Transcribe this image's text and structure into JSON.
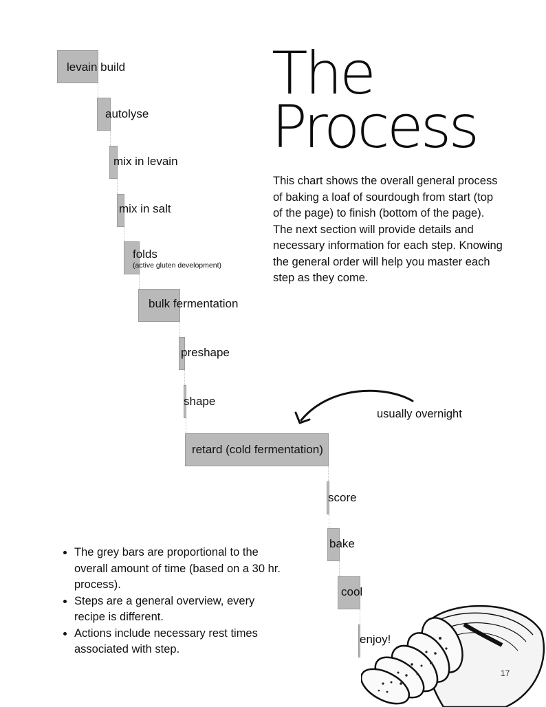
{
  "title": {
    "line1": "The",
    "line2": "Process"
  },
  "description": "This chart shows the overall general process of baking a loaf of sourdough from start (top of the page) to finish (bottom of the page).  The next section will provide details and necessary information for each step. Knowing the general order will help you master each step as they come.",
  "overnight_note": "usually overnight",
  "notes": [
    "The grey bars are proportional to the overall amount of time (based on a 30 hr. process).",
    "Steps are a general overview, every recipe is different.",
    "Actions include necessary rest times associated with step."
  ],
  "page_number": "17",
  "colors": {
    "bar_fill": "#b9b9b9",
    "bar_border": "#9c9c9c",
    "text": "#111111",
    "background": "#ffffff"
  },
  "icons": {
    "overnight_arrow": "curved-arrow-icon",
    "bread": "sliced-sourdough-loaf-illustration"
  },
  "steps": [
    {
      "id": "levain-build",
      "label": "levain build"
    },
    {
      "id": "autolyse",
      "label": "autolyse"
    },
    {
      "id": "mix-in-levain",
      "label": "mix in levain"
    },
    {
      "id": "mix-in-salt",
      "label": "mix in salt"
    },
    {
      "id": "folds",
      "label": "folds",
      "sublabel": "(active gluten development)"
    },
    {
      "id": "bulk-fermentation",
      "label": "bulk fermentation"
    },
    {
      "id": "preshape",
      "label": "preshape"
    },
    {
      "id": "shape",
      "label": "shape"
    },
    {
      "id": "retard",
      "label": "retard (cold fermentation)"
    },
    {
      "id": "score",
      "label": "score"
    },
    {
      "id": "bake",
      "label": "bake"
    },
    {
      "id": "cool",
      "label": "cool"
    },
    {
      "id": "enjoy",
      "label": "enjoy!"
    }
  ]
}
